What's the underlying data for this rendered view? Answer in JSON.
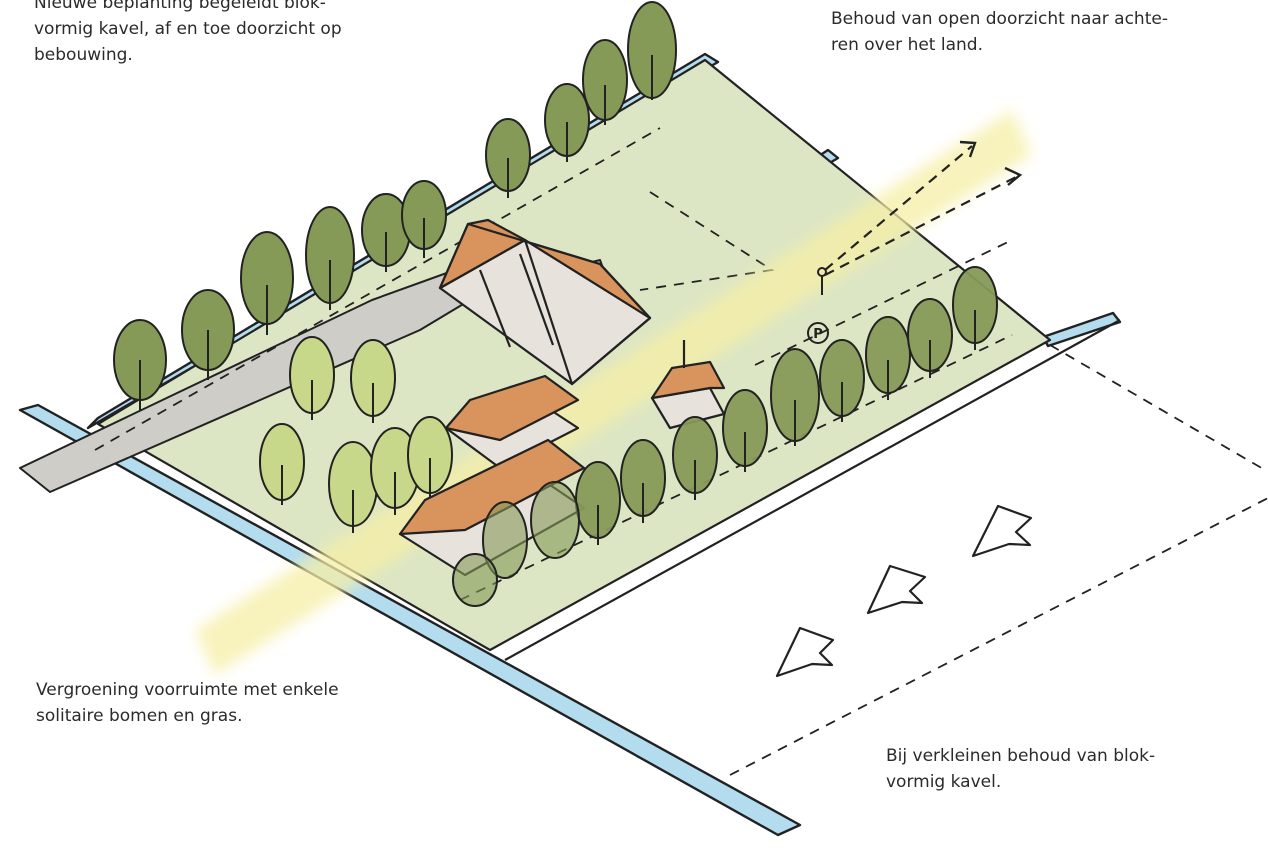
{
  "annotations": {
    "top_left": {
      "lines": [
        "Nieuwe beplanting begeleidt blok-",
        "vormig kavel, af en toe doorzicht op",
        "bebouwing."
      ]
    },
    "top_right": {
      "lines": [
        "Behoud van open doorzicht naar achte-",
        "ren over het land."
      ]
    },
    "bottom_left": {
      "lines": [
        "Vergroening voorruimte met enkele",
        "solitaire bomen en gras."
      ]
    },
    "bottom_right": {
      "lines": [
        "Bij verkleinen behoud van blok-",
        "vormig kavel."
      ]
    }
  },
  "map_symbols": {
    "parking": "P"
  },
  "colors": {
    "water": "#b3dcef",
    "lawn": "#dce6c4",
    "paved": "#cfcdc8",
    "roof": "#d9935d",
    "wall": "#e8e2dc",
    "tree_dark": "#869a58",
    "tree_light": "#c8d88a",
    "sightline": "#f6efa6",
    "ink": "#222222"
  },
  "icons": [
    "tree-icon",
    "house-icon",
    "parking-icon",
    "arrow-icon",
    "person-icon"
  ]
}
